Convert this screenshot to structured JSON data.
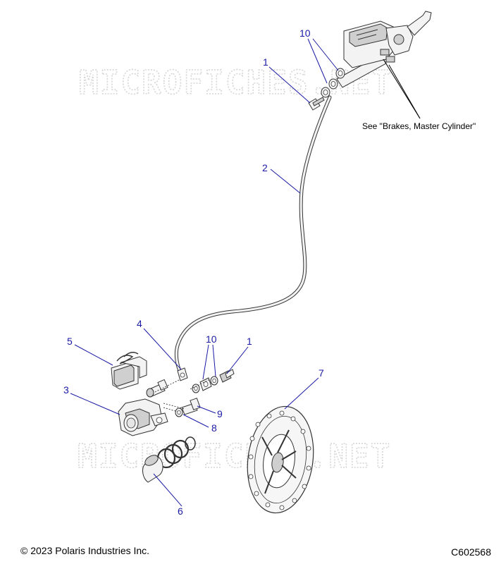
{
  "watermarks": [
    "MICROFICHES.NET",
    "MICROFICHES.NET"
  ],
  "callouts": {
    "c1_top": "1",
    "c10_top": "10",
    "c2": "2",
    "c4": "4",
    "c10_bottom": "10",
    "c1_bottom": "1",
    "c5": "5",
    "c3": "3",
    "c9": "9",
    "c8": "8",
    "c7": "7",
    "c6": "6"
  },
  "reference_note": "See \"Brakes, Master Cylinder\"",
  "footer": {
    "copyright": "© 2023 Polaris Industries Inc.",
    "figure_id": "C602568"
  },
  "colors": {
    "callout": "#1a1aa6",
    "watermark": "#d6d6d6",
    "line_art": "#333333"
  }
}
